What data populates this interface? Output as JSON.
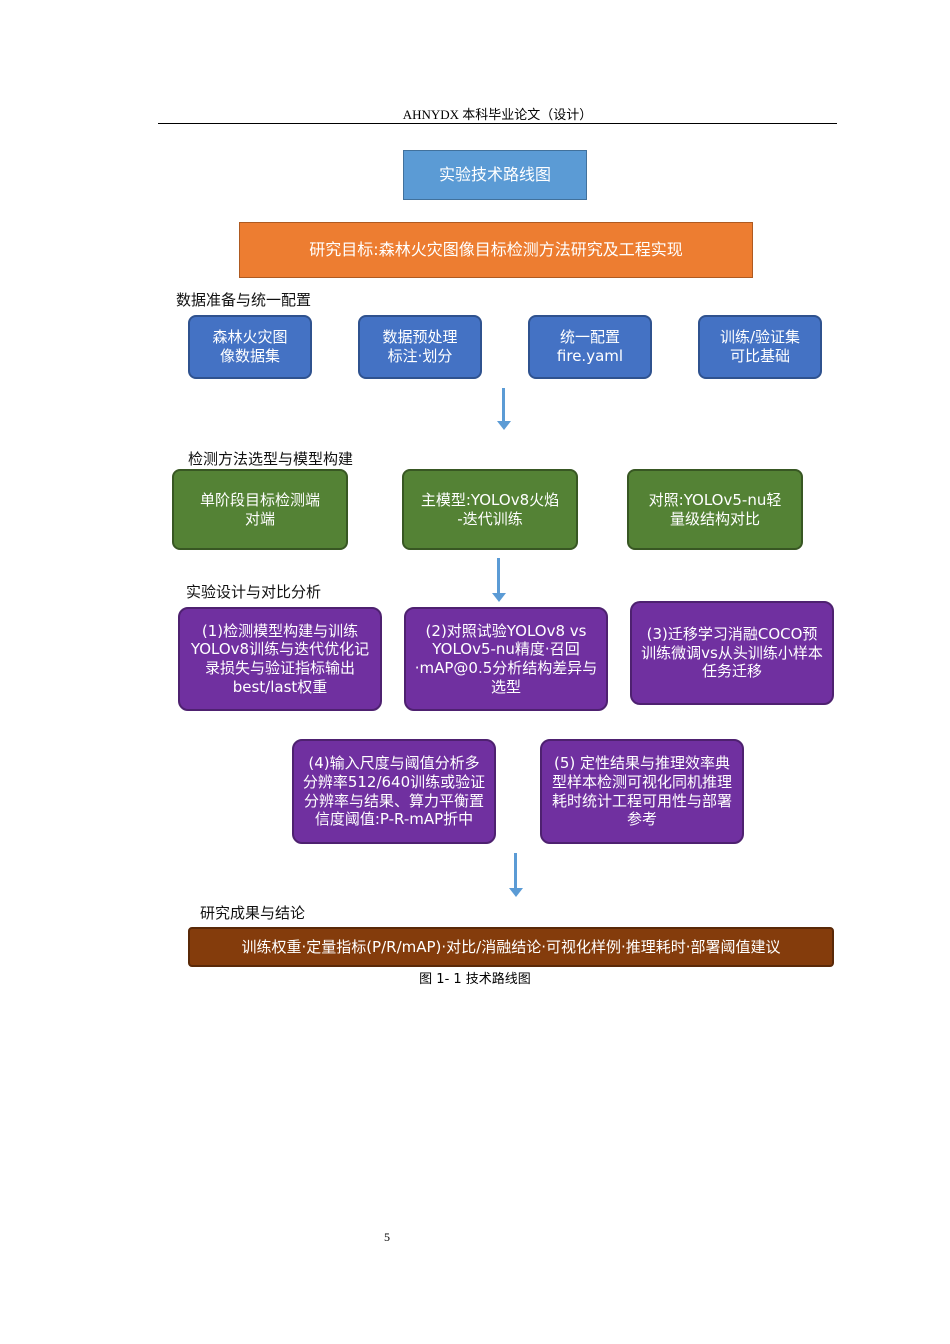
{
  "header": {
    "text": "AHNYDX 本科毕业论文（设计）"
  },
  "diagram": {
    "title": "实验技术路线图",
    "goal": "研究目标:森林火灾图像目标检测方法研究及工程实现",
    "section1": {
      "label": "数据准备与统一配置",
      "boxes": [
        "森林火灾图\n像数据集",
        "数据预处理\n标注·划分",
        "统一配置\nfire.yaml",
        "训练/验证集\n可比基础"
      ]
    },
    "section2": {
      "label": "检测方法选型与模型构建",
      "boxes": [
        "单阶段目标检测端\n对端",
        "主模型:YOLOv8火焰\n-迭代训练",
        "对照:YOLOv5-nu轻\n量级结构对比"
      ]
    },
    "section3": {
      "label": "实验设计与对比分析",
      "boxes": [
        "(1)检测模型构建与训练YOLOv8训练与迭代优化记录损失与验证指标输出best/last权重",
        "(2)对照试验YOLOv8 vs YOLOv5-nu精度·召回·mAP@0.5分析结构差异与选型",
        "(3)迁移学习消融COCO预训练微调vs从头训练小样本任务迁移",
        "(4)输入尺度与阈值分析多分辨率512/640训练或验证分辨率与结果、算力平衡置信度阈值:P-R-mAP折中",
        "(5) 定性结果与推理效率典型样本检测可视化同机推理耗时统计工程可用性与部署参考"
      ]
    },
    "section4": {
      "label": "研究成果与结论",
      "result": "训练权重·定量指标(P/R/mAP)·对比/消融结论·可视化样例·推理耗时·部署阈值建议"
    }
  },
  "caption": "图 1- 1 技术路线图",
  "page_number": "5"
}
